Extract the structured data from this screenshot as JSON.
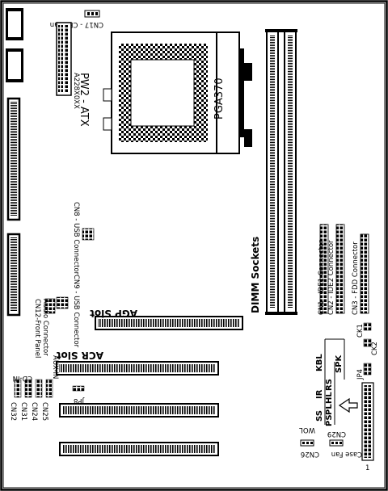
{
  "labels": {
    "cpu_fan": "CN17 - CPU Fan",
    "pw2_atx": "PW2 - ATX",
    "pw2_code": "A228X0XX",
    "pga370": "PGA370",
    "dimm_sockets": "DIMM Sockets",
    "cn8_usb": "CN8 - USB Connector",
    "cn9_usb": "CN9 - USB Connector",
    "cn12_front_panel": "CN12-Front Panel",
    "cn12_audio": "Audio Connector",
    "agp_slot": "AGP Slot",
    "acr_slot": "ACR Slot",
    "jp8": "JP8",
    "cd_in": "CD-IN",
    "aux_in": "AUX-IN",
    "cn32": "CN32",
    "cn31": "CN31",
    "cn24": "CN24",
    "cn25": "CN25",
    "cn1_ide1": "CN1 - IDE1 Connector",
    "cn2_ide2": "CN2 - IDE2 Connector",
    "cn3_fdd": "CN3 - FDD Connector",
    "ck1": "CK1",
    "ck2": "CK2",
    "jp4": "JP4",
    "kbl": "KBL",
    "ir": "IR",
    "ss": "SS",
    "rs": "RS",
    "spk": "SPK",
    "ps": "PS",
    "pl": "PL",
    "hl": "HL",
    "cn29": "CN29",
    "cn26": "CN26",
    "wol": "WOL",
    "case_fan": "Case Fan",
    "pin1": "1"
  }
}
